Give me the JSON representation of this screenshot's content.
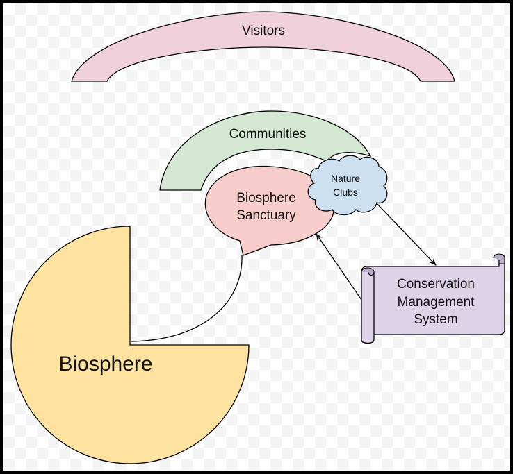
{
  "diagram": {
    "shapes": {
      "visitors": {
        "label": "Visitors",
        "fill": "#f0d0da"
      },
      "communities": {
        "label": "Communities",
        "fill": "#d5e8d4"
      },
      "biosphere_sanctuary": {
        "label_line1": "Biosphere",
        "label_line2": "Sanctuary",
        "fill": "#f8cecc"
      },
      "nature_clubs": {
        "label_line1": "Nature",
        "label_line2": "Clubs",
        "fill": "#cce0f0"
      },
      "conservation_management_system": {
        "label_line1": "Conservation",
        "label_line2": "Management",
        "label_line3": "System",
        "fill": "#dcd3e8"
      },
      "biosphere": {
        "label": "Biosphere",
        "fill": "#fde39f"
      }
    },
    "connectors": [
      {
        "from": "Nature Clubs",
        "to": "Conservation Management System"
      },
      {
        "from": "Conservation Management System",
        "to": "Biosphere Sanctuary"
      }
    ]
  }
}
